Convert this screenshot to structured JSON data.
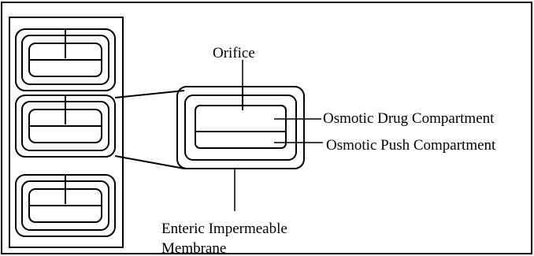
{
  "diagram": {
    "labels": {
      "orifice": "Orifice",
      "drug_compartment": "Osmotic Drug Compartment",
      "push_compartment": "Osmotic Push Compartment",
      "membrane_line1": "Enteric Impermeable",
      "membrane_line2": "Membrane"
    },
    "colors": {
      "stroke": "#000000",
      "background": "#ffffff"
    }
  }
}
